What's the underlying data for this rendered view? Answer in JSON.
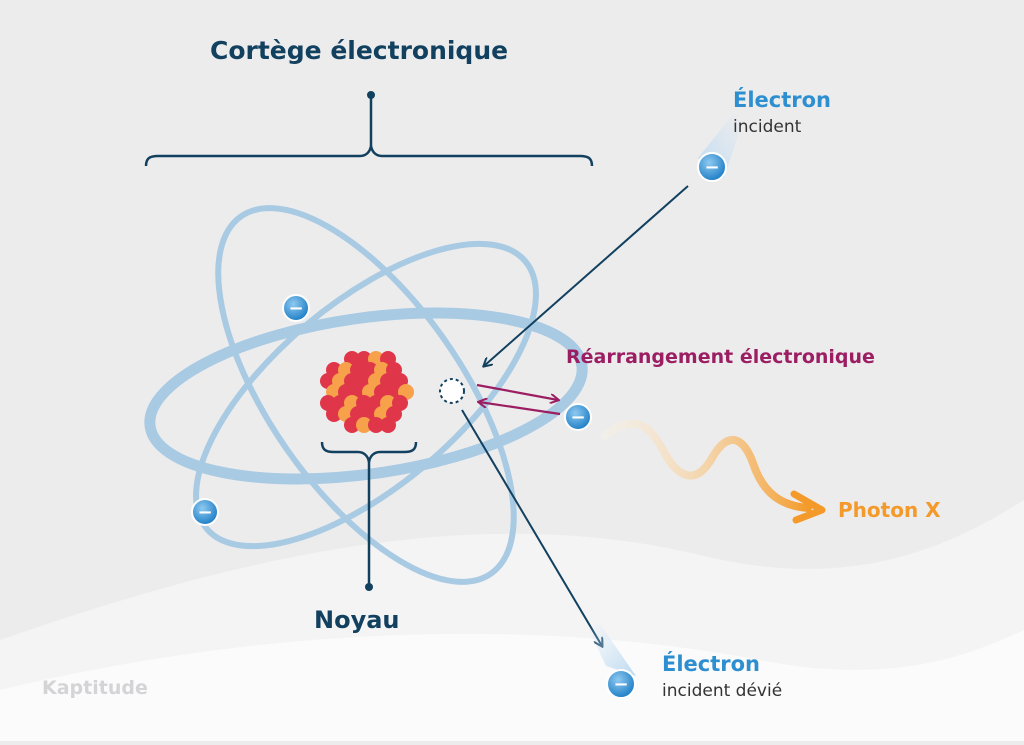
{
  "labels": {
    "title": "Cortège électronique",
    "nucleus": "Noyau",
    "incident_electron": "Électron",
    "incident_electron_sub": "incident",
    "deviated_electron": "Électron",
    "deviated_electron_sub": "incident dévié",
    "rearrangement": "Réarrangement électronique",
    "photon": "Photon X",
    "brand": "Kaptitude"
  },
  "electron_symbol": "−",
  "colors": {
    "dark_blue": "#12405f",
    "electron_blue": "#2e8fd0",
    "orbit_blue": "#a9cae3",
    "rearrangement": "#9c1e62",
    "photon": "#f39a2b",
    "nucleus_red": "#e0364a",
    "nucleus_orange": "#f7a14b"
  }
}
